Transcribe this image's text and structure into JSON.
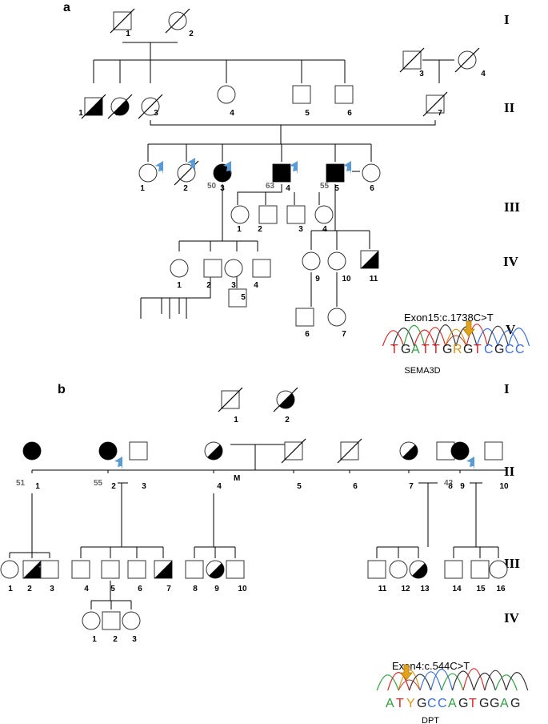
{
  "panels": [
    {
      "label": "a",
      "generations": [
        "I",
        "II",
        "III",
        "IV",
        "V"
      ],
      "individuals": [
        {
          "id": "a-I-1",
          "sex": "male",
          "num": "1",
          "deceased": true
        },
        {
          "id": "a-I-2",
          "sex": "female",
          "num": "2",
          "deceased": true
        },
        {
          "id": "a-I-3",
          "sex": "male",
          "num": "3",
          "deceased": true
        },
        {
          "id": "a-I-4",
          "sex": "female",
          "num": "4",
          "deceased": true
        },
        {
          "id": "a-II-1",
          "sex": "male",
          "num": "1",
          "deceased": true,
          "affected": "half"
        },
        {
          "id": "a-II-2",
          "sex": "female",
          "num": "2",
          "deceased": true,
          "affected": "half"
        },
        {
          "id": "a-II-3",
          "sex": "female",
          "num": "3",
          "deceased": true
        },
        {
          "id": "a-II-4",
          "sex": "female",
          "num": "4"
        },
        {
          "id": "a-II-5",
          "sex": "male",
          "num": "5"
        },
        {
          "id": "a-II-6",
          "sex": "male",
          "num": "6"
        },
        {
          "id": "a-II-7",
          "sex": "male",
          "num": "7",
          "deceased": true
        },
        {
          "id": "a-III-1",
          "sex": "female",
          "num": "1",
          "examined": true
        },
        {
          "id": "a-III-2",
          "sex": "female",
          "num": "2",
          "deceased": true,
          "examined": true
        },
        {
          "id": "a-III-3",
          "sex": "female",
          "num": "3",
          "affected": "full",
          "age": "50",
          "examined": true
        },
        {
          "id": "a-III-4",
          "sex": "male",
          "num": "4",
          "affected": "full",
          "age": "63",
          "examined": true
        },
        {
          "id": "a-III-5",
          "sex": "male",
          "num": "5",
          "affected": "full",
          "age": "55",
          "examined": true
        },
        {
          "id": "a-III-6",
          "sex": "female",
          "num": "6"
        },
        {
          "id": "a-IV-1",
          "sex": "female",
          "num": "1"
        },
        {
          "id": "a-IV-2",
          "sex": "male",
          "num": "2"
        },
        {
          "id": "a-IV-3",
          "sex": "male",
          "num": "3"
        },
        {
          "id": "a-IV-4",
          "sex": "female",
          "num": "4"
        },
        {
          "id": "a-IV-5",
          "sex": "male",
          "num": "5"
        },
        {
          "id": "a-IV-6",
          "sex": "female",
          "num": "6"
        },
        {
          "id": "a-IV-7",
          "sex": "male",
          "num": "7"
        },
        {
          "id": "a-IV-8",
          "sex": "male",
          "num": "8"
        },
        {
          "id": "a-IV-9",
          "sex": "female",
          "num": "9"
        },
        {
          "id": "a-IV-10",
          "sex": "female",
          "num": "10"
        },
        {
          "id": "a-IV-11",
          "sex": "male",
          "num": "11",
          "affected": "half"
        },
        {
          "id": "a-V-1",
          "sex": "female",
          "num": "1"
        },
        {
          "id": "a-V-2",
          "sex": "male",
          "num": "2"
        },
        {
          "id": "a-V-3",
          "sex": "female",
          "num": "3"
        },
        {
          "id": "a-V-4",
          "sex": "male",
          "num": "4"
        },
        {
          "id": "a-V-5",
          "sex": "male",
          "num": "5"
        },
        {
          "id": "a-V-6",
          "sex": "male",
          "num": "6"
        },
        {
          "id": "a-V-7",
          "sex": "female",
          "num": "7"
        }
      ],
      "variant": {
        "label": "Exon15:c.1738C>T",
        "sequence": [
          "T",
          "G",
          "A",
          "T",
          "T",
          "G",
          "R",
          "G",
          "T",
          "C",
          "G",
          "C",
          "C"
        ],
        "gene": "SEMA3D"
      }
    },
    {
      "label": "b",
      "generations": [
        "I",
        "II",
        "III",
        "IV"
      ],
      "individuals": [
        {
          "id": "b-I-1",
          "sex": "male",
          "num": "1",
          "deceased": true
        },
        {
          "id": "b-I-2",
          "sex": "female",
          "num": "2",
          "deceased": true,
          "affected": "half"
        },
        {
          "id": "b-II-1",
          "sex": "female",
          "num": "1",
          "affected": "full",
          "age": "51"
        },
        {
          "id": "b-II-2",
          "sex": "female",
          "num": "2",
          "affected": "full",
          "age": "55",
          "examined": true
        },
        {
          "id": "b-II-3",
          "sex": "male",
          "num": "3"
        },
        {
          "id": "b-II-4",
          "sex": "female",
          "num": "4",
          "affected": "half",
          "mark": "M"
        },
        {
          "id": "b-II-5",
          "sex": "male",
          "num": "5",
          "deceased": true
        },
        {
          "id": "b-II-6",
          "sex": "male",
          "num": "6",
          "deceased": true
        },
        {
          "id": "b-II-7",
          "sex": "female",
          "num": "7",
          "affected": "half"
        },
        {
          "id": "b-II-8",
          "sex": "male",
          "num": "8"
        },
        {
          "id": "b-II-9",
          "sex": "female",
          "num": "9",
          "affected": "full",
          "age": "42",
          "examined": true
        },
        {
          "id": "b-II-10",
          "sex": "male",
          "num": "10"
        },
        {
          "id": "b-III-1",
          "sex": "female",
          "num": "1"
        },
        {
          "id": "b-III-2",
          "sex": "male",
          "num": "2",
          "affected": "half",
          "examined": true
        },
        {
          "id": "b-III-3",
          "sex": "male",
          "num": "3"
        },
        {
          "id": "b-III-4",
          "sex": "male",
          "num": "4"
        },
        {
          "id": "b-III-5",
          "sex": "male",
          "num": "5"
        },
        {
          "id": "b-III-6",
          "sex": "male",
          "num": "6"
        },
        {
          "id": "b-III-7",
          "sex": "male",
          "num": "7",
          "affected": "half"
        },
        {
          "id": "b-III-8",
          "sex": "male",
          "num": "8"
        },
        {
          "id": "b-III-9",
          "sex": "female",
          "num": "9",
          "affected": "half"
        },
        {
          "id": "b-III-10",
          "sex": "male",
          "num": "10"
        },
        {
          "id": "b-III-11",
          "sex": "male",
          "num": "11"
        },
        {
          "id": "b-III-12",
          "sex": "female",
          "num": "12"
        },
        {
          "id": "b-III-13",
          "sex": "female",
          "num": "13",
          "affected": "half"
        },
        {
          "id": "b-III-14",
          "sex": "male",
          "num": "14"
        },
        {
          "id": "b-III-15",
          "sex": "male",
          "num": "15"
        },
        {
          "id": "b-III-16",
          "sex": "female",
          "num": "16"
        },
        {
          "id": "b-IV-1",
          "sex": "female",
          "num": "1"
        },
        {
          "id": "b-IV-2",
          "sex": "male",
          "num": "2"
        },
        {
          "id": "b-IV-3",
          "sex": "female",
          "num": "3"
        }
      ],
      "variant": {
        "label": "Exon4:c.544C>T",
        "sequence": [
          "A",
          "T",
          "Y",
          "G",
          "C",
          "C",
          "A",
          "G",
          "T",
          "G",
          "G",
          "A",
          "G"
        ],
        "gene": "DPT"
      }
    }
  ],
  "colors": {
    "A": "#2e9e3e",
    "T": "#d62728",
    "G": "#222222",
    "C": "#3a6fd8",
    "R": "#d8961c",
    "Y": "#d8961c",
    "examined_arrow": "#5b9bd5",
    "variant_arrow": "#e3a21a",
    "affected": "#000000"
  }
}
